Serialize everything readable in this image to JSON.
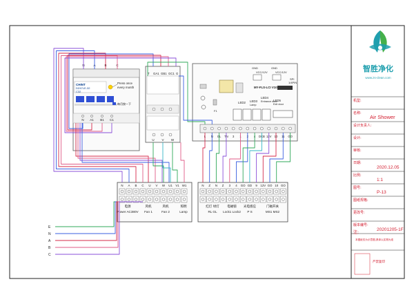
{
  "title_block": {
    "company_name": "智胜净化",
    "company_url": "www.zs-clean.com",
    "fields": [
      {
        "label": "机型:",
        "value": ""
      },
      {
        "label": "名称:",
        "value": "Air Shower"
      },
      {
        "label": "设计负责人:",
        "value": ""
      },
      {
        "label": "设计:",
        "value": ""
      },
      {
        "label": "审核:",
        "value": ""
      },
      {
        "label": "日期:",
        "value": "2020.12.05"
      },
      {
        "label": "比例:",
        "value": "1:1"
      },
      {
        "label": "图号:",
        "value": "P-13"
      },
      {
        "label": "图纸规格:",
        "value": ""
      },
      {
        "label": "更改号:",
        "value": ""
      },
      {
        "label": "版本编号:",
        "value": "20201205-1F"
      }
    ],
    "note_label": "注:",
    "note_text": "本图纸仅为示意图,具体以实物为准",
    "stamp_text": "严禁复印"
  },
  "breaker": {
    "top_labels": [
      "N",
      "A",
      "B",
      "C"
    ],
    "model": "CHINT",
    "spec": "DZ47LE-32",
    "rating": "C32",
    "test_note_1": "Press once",
    "test_note_2": "every month",
    "test_cn": "每月按一下",
    "bottom_labels": [
      "N",
      "A1",
      "B1",
      "C1"
    ]
  },
  "contactor": {
    "top_labels": [
      "T",
      "GA1",
      "GB1",
      "GC1",
      "G"
    ],
    "bottom_labels": [
      "U",
      "V",
      "W"
    ]
  },
  "pcb": {
    "model": "MY-FLS-LCI V10",
    "side_labels": [
      "GND",
      "VCC/12V",
      "GND",
      "VCC/12V",
      "SPI",
      "1/4PIN"
    ],
    "leds": [
      "LED2",
      "LED3",
      "LED4",
      "LED5"
    ],
    "led_sub": [
      "Lamp",
      "Entrance door",
      "Exit door"
    ],
    "terminal_labels": [
      "L",
      "N",
      "GL",
      "TN",
      "3",
      "1",
      "2",
      "4",
      "DCB",
      "12V",
      "10",
      "11",
      "GO"
    ]
  },
  "terminal_block": {
    "top_labels": [
      "N",
      "A",
      "B",
      "C",
      "U",
      "V",
      "W",
      "U1",
      "V1",
      "W1",
      "N",
      "Z",
      "N",
      "Z",
      "3",
      "4",
      "GO",
      "GD",
      "9",
      "12V",
      "GO",
      "10",
      "GO"
    ],
    "groups": [
      {
        "cn": "电源",
        "en": "Power AC380V"
      },
      {
        "cn": "风机",
        "en": "Fan 1"
      },
      {
        "cn": "风机",
        "en": "Fan 2"
      },
      {
        "cn": "照明",
        "en": "Lamp"
      },
      {
        "cn": "红灯 绿灯",
        "en": "RL  GL"
      },
      {
        "cn": "电磁锁",
        "en": "Lock1 Lock2"
      },
      {
        "cn": "光电感应",
        "en": "P  S"
      },
      {
        "cn": "门磁开关",
        "en": "MS1  MS2"
      }
    ]
  },
  "incoming": [
    "E",
    "N",
    "A",
    "B",
    "C"
  ],
  "colors": {
    "frame": "#222222",
    "wire_red": "#d42a4a",
    "wire_pink": "#e05b87",
    "wire_violet": "#8a4fd8",
    "wire_blue": "#3a5fe0",
    "wire_green": "#2fa85a",
    "wire_cyan": "#35b6c6",
    "title_red": "#d21b2d",
    "logo_teal": "#1f9fae",
    "logo_green": "#45b04b"
  }
}
